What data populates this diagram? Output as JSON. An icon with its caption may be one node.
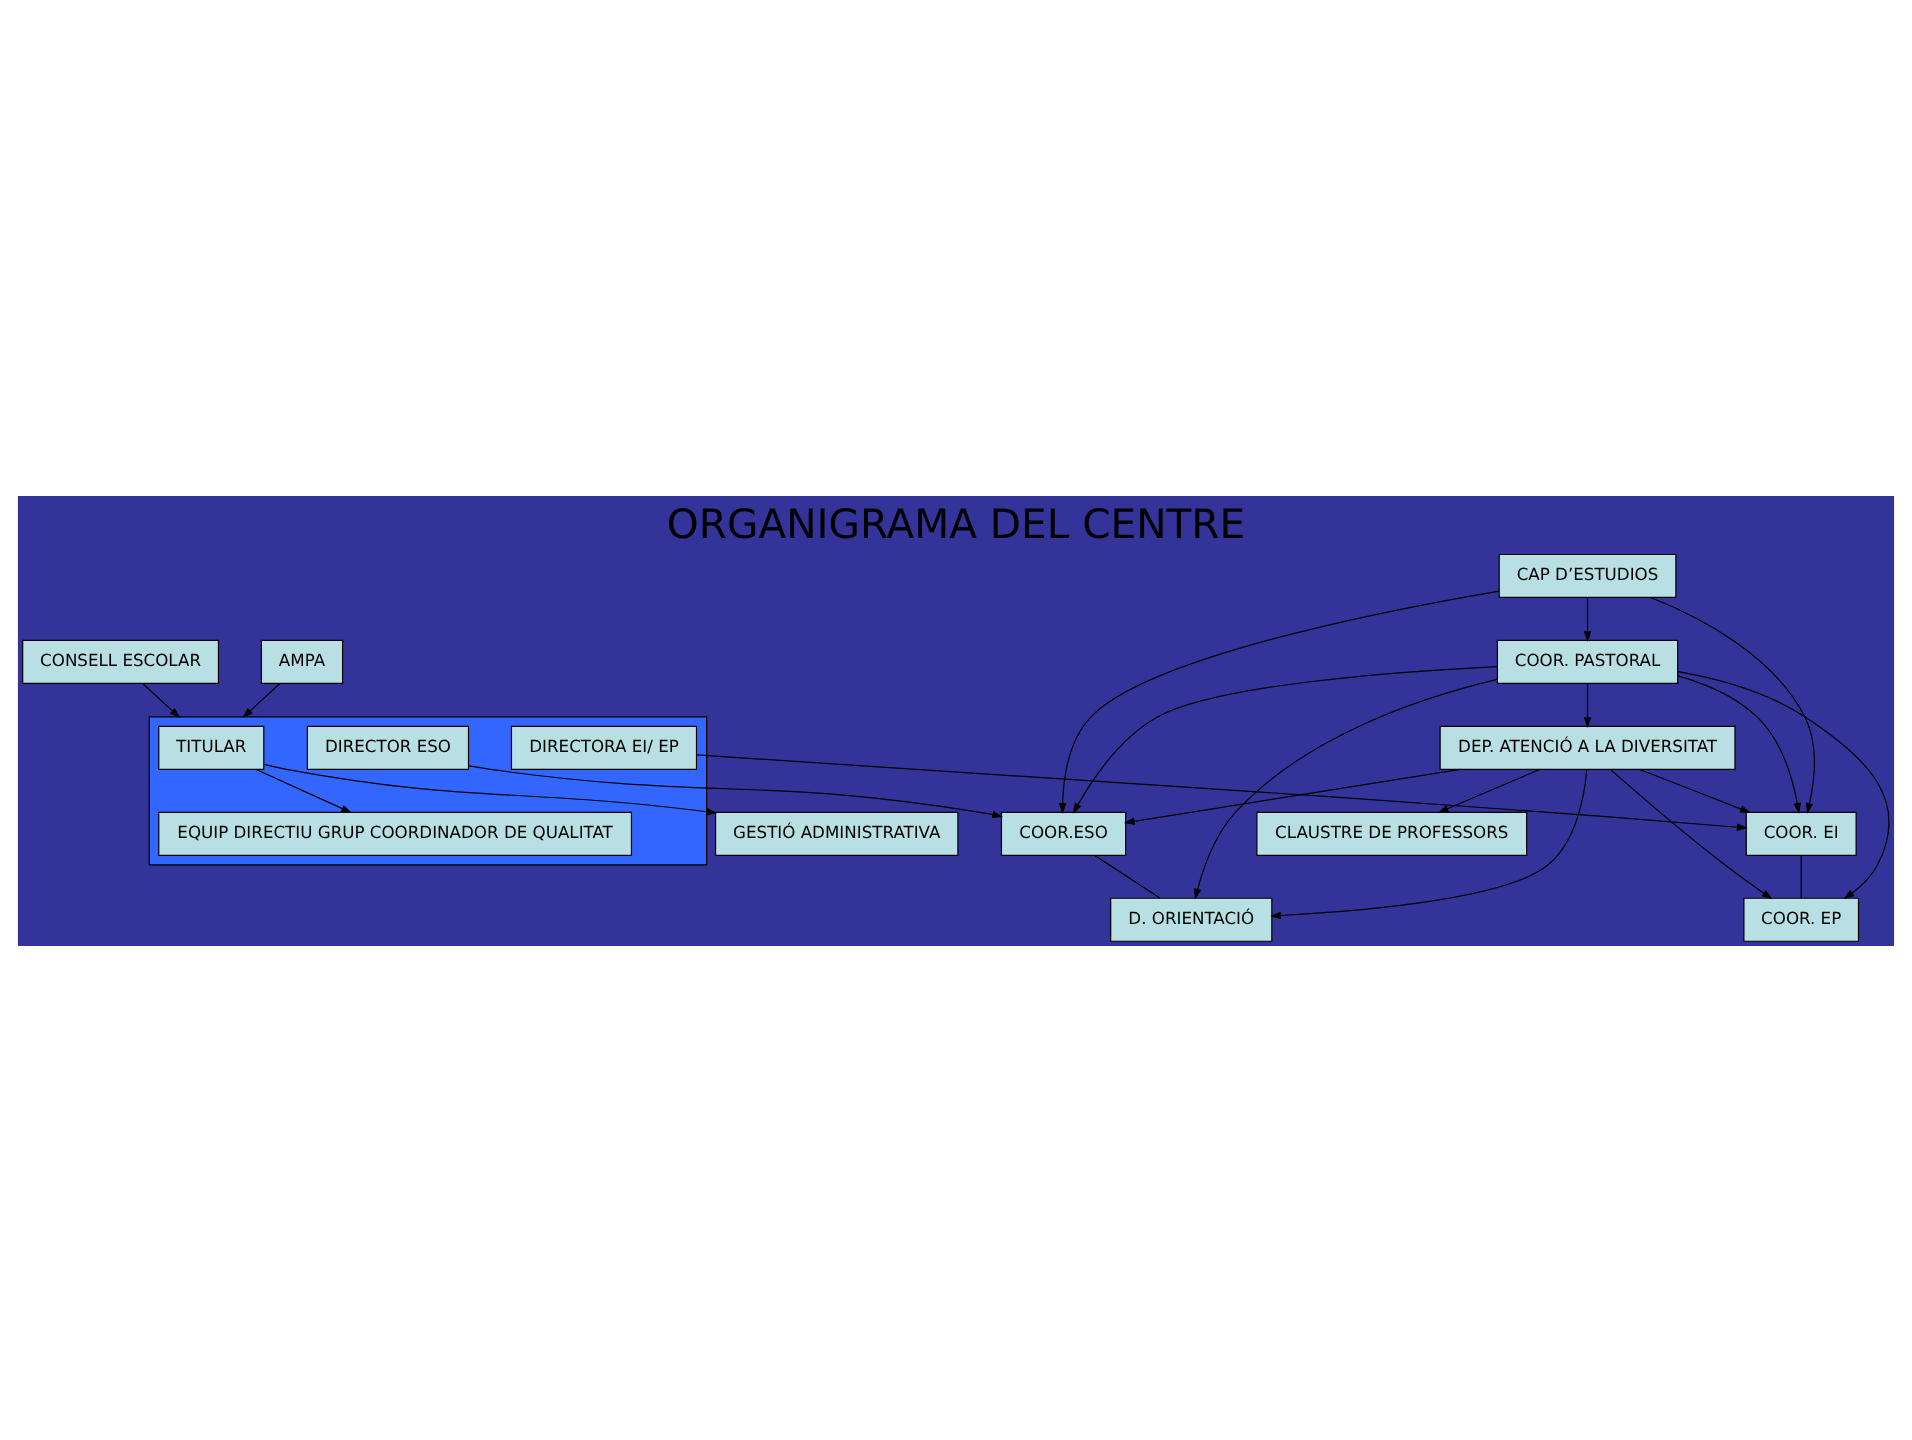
{
  "diagram": {
    "title": "ORGANIGRAMA DEL CENTRE",
    "nodes": [
      {
        "text": [],
        "shape": "box"
      },
      {
        "text": [
          "CONSELL ESCOLAR"
        ]
      },
      {
        "text": [
          "AMPA"
        ]
      },
      {
        "text": [
          "TITULAR"
        ],
        "in": 0
      },
      {
        "text": [
          "GESTIÓ ADMINISTRATIVA"
        ]
      },
      {
        "text": [
          "EQUIP DIRECTIU GRUP COORDINADOR DE QUALITAT"
        ],
        "in": 0
      },
      {
        "text": [
          "DIRECTORA EI/ EP"
        ],
        "in": 0
      },
      {
        "text": [
          "DIRECTOR ESO"
        ],
        "in": 0
      },
      {
        "text": [
          "CAP D’ESTUDIOS"
        ]
      },
      {
        "text": [
          "COOR. EI"
        ]
      },
      {
        "text": [
          "COOR.ESO"
        ]
      },
      {
        "text": [
          "COOR. PASTORAL"
        ]
      },
      {
        "text": [
          "COOR. EP"
        ]
      },
      {
        "text": [
          "DEP. ATENCIÓ A LA DIVERSITAT"
        ]
      },
      {
        "text": [
          "D. ORIENTACIÓ"
        ]
      },
      {
        "text": [
          "CLAUSTRE DE PROFESSORS"
        ]
      }
    ],
    "edges": [
      {
        "from": 1,
        "to": 0,
        "arrow": "to"
      },
      {
        "from": 2,
        "to": 0,
        "arrow": "to"
      },
      {
        "from": 3,
        "to": 4,
        "arrow": "to"
      },
      {
        "from": 3,
        "to": 5,
        "arrow": "to"
      },
      {
        "from": 6,
        "to": 9,
        "arrow": "to"
      },
      {
        "from": 7,
        "to": 10,
        "arrow": "to"
      },
      {
        "from": 8,
        "to": 9,
        "arrow": "to"
      },
      {
        "from": 8,
        "to": 10,
        "arrow": "to"
      },
      {
        "from": 8,
        "to": 11,
        "arrow": "to"
      },
      {
        "from": 11,
        "to": 13,
        "arrow": "to"
      },
      {
        "from": 13,
        "to": 15,
        "arrow": "to"
      },
      {
        "from": 9,
        "to": 12,
        "arrow": "none"
      },
      {
        "from": 10,
        "to": 14,
        "arrow": "none"
      },
      {
        "from": 11,
        "to": 9,
        "arrow": "to"
      },
      {
        "from": 11,
        "to": 12,
        "arrow": "to"
      },
      {
        "from": 13,
        "to": 9,
        "arrow": "to"
      },
      {
        "from": 13,
        "to": 12,
        "arrow": "to"
      },
      {
        "from": 11,
        "to": 10,
        "arrow": "to"
      },
      {
        "from": 11,
        "to": 14,
        "arrow": "to"
      },
      {
        "from": 13,
        "to": 10,
        "arrow": "to"
      },
      {
        "from": 13,
        "to": 14,
        "arrow": "to"
      }
    ]
  }
}
